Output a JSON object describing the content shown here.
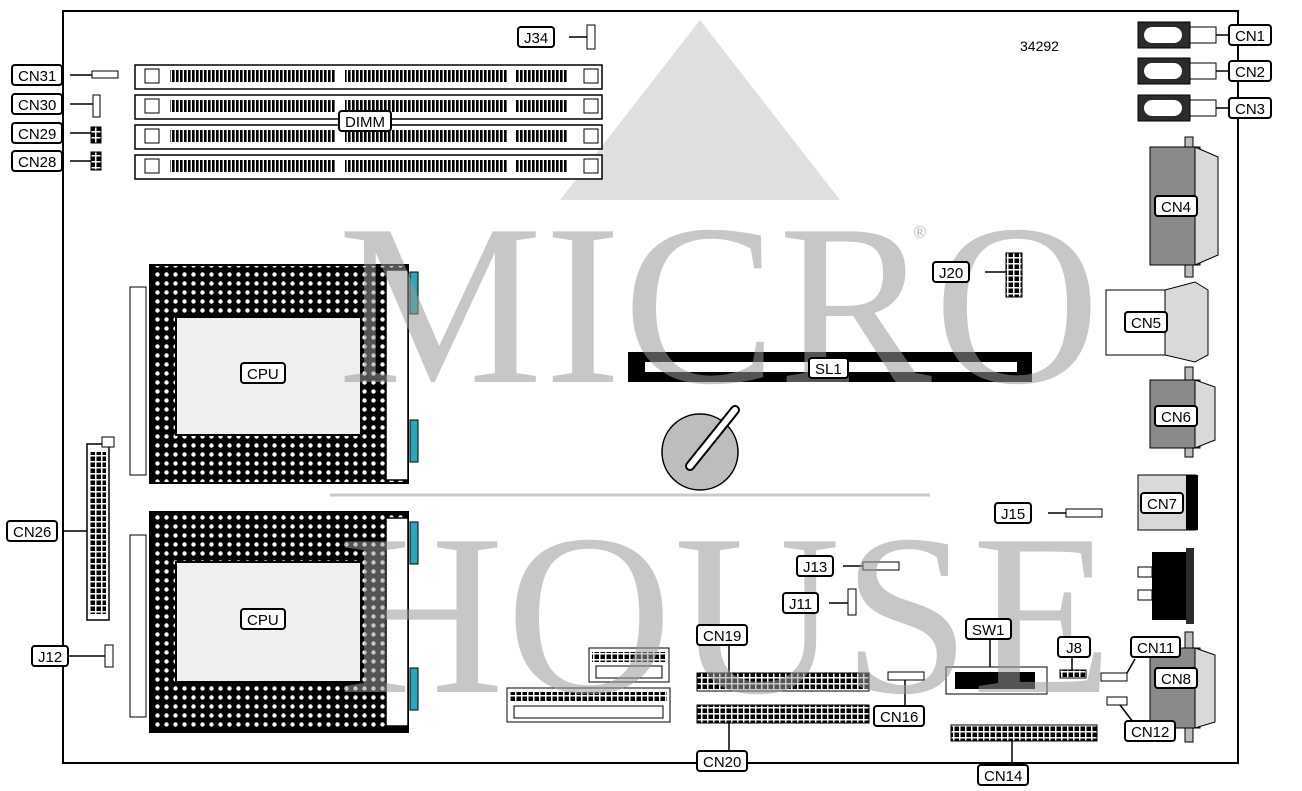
{
  "board_id": "34292",
  "watermark": {
    "line1": "MICRO",
    "line2": "HOUSE",
    "registered_mark": "®",
    "color": "#9a9a9a"
  },
  "labels": {
    "cn1": "CN1",
    "cn2": "CN2",
    "cn3": "CN3",
    "cn4": "CN4",
    "cn5": "CN5",
    "cn6": "CN6",
    "cn7": "CN7",
    "cn8": "CN8",
    "cn11": "CN11",
    "cn12": "CN12",
    "cn14": "CN14",
    "cn16": "CN16",
    "cn19": "CN19",
    "cn20": "CN20",
    "cn26": "CN26",
    "cn28": "CN28",
    "cn29": "CN29",
    "cn30": "CN30",
    "cn31": "CN31",
    "j8": "J8",
    "j11": "J11",
    "j12": "J12",
    "j13": "J13",
    "j15": "J15",
    "j20": "J20",
    "j34": "J34",
    "sw1": "SW1",
    "sl1": "SL1",
    "dimm": "DIMM",
    "cpu_top": "CPU",
    "cpu_bottom": "CPU"
  }
}
